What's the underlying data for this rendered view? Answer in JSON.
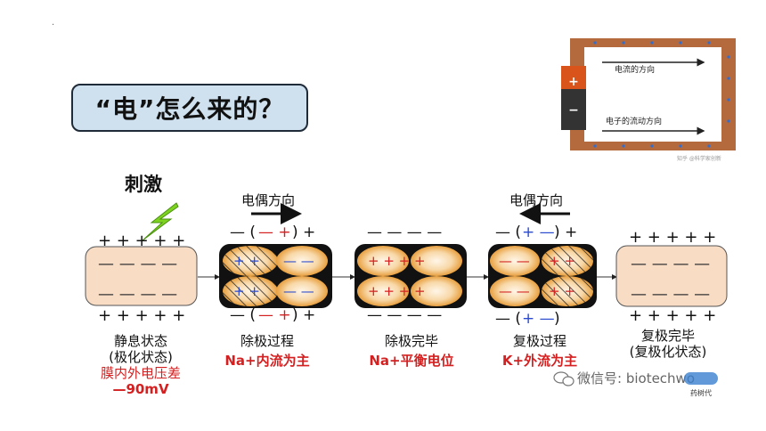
{
  "title": "“电”怎么来的？",
  "circuit": {
    "current_label": "电流的方向",
    "electron_label": "电子的流动方向",
    "battery_plus": "+",
    "battery_minus": "−",
    "watermark": "知乎 @科学家创新"
  },
  "stimulus_label": "刺激",
  "direction_label_1": "电偶方向",
  "direction_label_2": "电偶方向",
  "stages": [
    {
      "label": "静息状态",
      "sub": "(极化状态)",
      "note1": "膜内外电压差",
      "note2": "—90mV"
    },
    {
      "label": "除极过程",
      "note1": "Na+内流为主"
    },
    {
      "label": "除极完毕",
      "note1": "Na+平衡电位"
    },
    {
      "label": "复极过程",
      "note1": "K+外流为主"
    },
    {
      "label": "复极完毕",
      "sub": "(复极化状态)"
    }
  ],
  "wechat": "微信号: biotechwo",
  "logo_text": "药树代",
  "colors": {
    "cell": "#f8dcc4",
    "accent_red": "#d42020",
    "title_bg": "#cfe0ef",
    "lightning": "#7ed321",
    "wire": "#a0522d"
  }
}
